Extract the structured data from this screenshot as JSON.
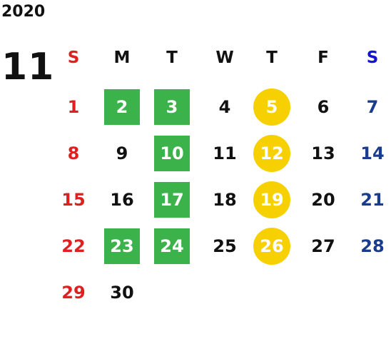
{
  "year": "2020",
  "month": "11",
  "colors": {
    "sunday": "#e02020",
    "saturday_header": "#1414d0",
    "saturday": "#1a3c8c",
    "weekday": "#111111",
    "highlight_box": "#3cb34a",
    "highlight_circle": "#f6d000",
    "highlight_text": "#ffffff"
  },
  "weekdays": [
    "S",
    "M",
    "T",
    "W",
    "T",
    "F",
    "S"
  ],
  "weeks": [
    [
      {
        "d": "1",
        "t": "sun"
      },
      {
        "d": "2",
        "t": "box"
      },
      {
        "d": "3",
        "t": "box"
      },
      {
        "d": "4",
        "t": ""
      },
      {
        "d": "5",
        "t": "circle"
      },
      {
        "d": "6",
        "t": ""
      },
      {
        "d": "7",
        "t": "sat"
      }
    ],
    [
      {
        "d": "8",
        "t": "sun"
      },
      {
        "d": "9",
        "t": ""
      },
      {
        "d": "10",
        "t": "box"
      },
      {
        "d": "11",
        "t": ""
      },
      {
        "d": "12",
        "t": "circle"
      },
      {
        "d": "13",
        "t": ""
      },
      {
        "d": "14",
        "t": "sat"
      }
    ],
    [
      {
        "d": "15",
        "t": "sun"
      },
      {
        "d": "16",
        "t": ""
      },
      {
        "d": "17",
        "t": "box"
      },
      {
        "d": "18",
        "t": ""
      },
      {
        "d": "19",
        "t": "circle"
      },
      {
        "d": "20",
        "t": ""
      },
      {
        "d": "21",
        "t": "sat"
      }
    ],
    [
      {
        "d": "22",
        "t": "sun"
      },
      {
        "d": "23",
        "t": "box"
      },
      {
        "d": "24",
        "t": "box"
      },
      {
        "d": "25",
        "t": ""
      },
      {
        "d": "26",
        "t": "circle"
      },
      {
        "d": "27",
        "t": ""
      },
      {
        "d": "28",
        "t": "sat"
      }
    ],
    [
      {
        "d": "29",
        "t": "sun"
      },
      {
        "d": "30",
        "t": ""
      }
    ]
  ]
}
